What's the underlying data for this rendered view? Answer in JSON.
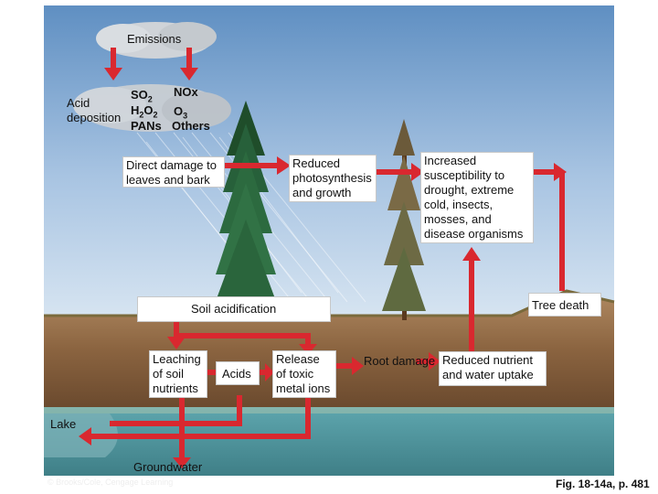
{
  "diagram": {
    "emissions_label": "Emissions",
    "acid_deposition": "Acid\ndeposition",
    "pollutants": {
      "so2": "SO2",
      "nox": "NOx",
      "h2o2": "H2O2",
      "o3": "O3",
      "pans": "PANs",
      "others": "Others"
    },
    "direct_damage": "Direct damage to\nleaves and bark",
    "reduced_photosynthesis": "Reduced\nphotosynthesis\nand growth",
    "increased_susceptibility": "Increased\nsusceptibility to\ndrought, extreme\ncold, insects,\nmosses, and\ndisease organisms",
    "tree_death": "Tree death",
    "soil_acidification": "Soil acidification",
    "leaching": "Leaching\nof soil\nnutrients",
    "acids": "Acids",
    "release_metals": "Release\nof toxic\nmetal ions",
    "root_damage": "Root damage",
    "reduced_uptake": "Reduced nutrient\nand water uptake",
    "lake": "Lake",
    "groundwater": "Groundwater"
  },
  "footer": {
    "credit": "© Brooks/Cole, Cengage Learning",
    "figure_ref": "Fig. 18-14a, p. 481"
  }
}
